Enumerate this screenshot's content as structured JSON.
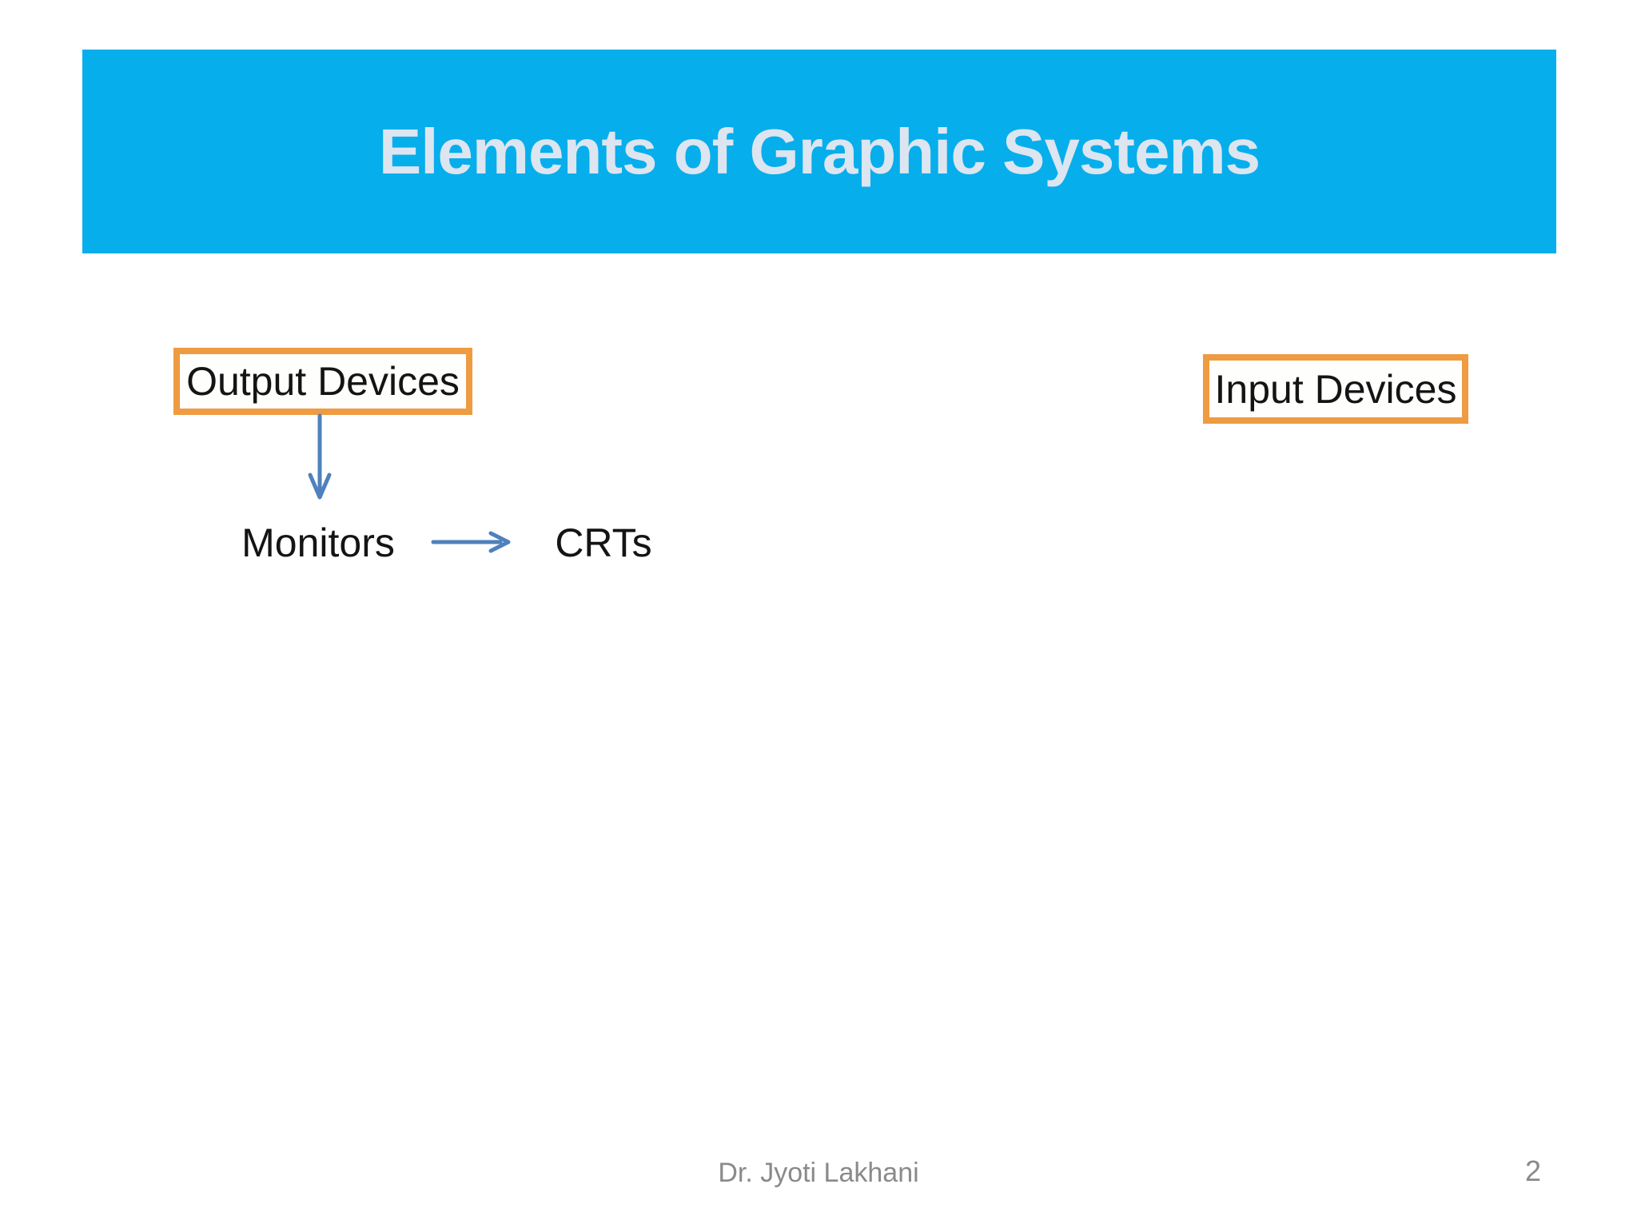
{
  "slide": {
    "title": "Elements of Graphic Systems",
    "diagram": {
      "output_box_label": "Output Devices",
      "input_box_label": "Input Devices",
      "monitors_label": "Monitors",
      "crts_label": "CRTs"
    },
    "footer": {
      "author": "Dr. Jyoti Lakhani",
      "page_number": "2"
    },
    "colors": {
      "banner": "#06AEEC",
      "title_text": "#DCE5F0",
      "box_border": "#EE9B42",
      "box_fill": "#FEFEFD",
      "arrow": "#4E81BD",
      "body_text": "#141414",
      "footer_text": "#8A8A8A",
      "page_bg": "#FFFFFF"
    }
  }
}
